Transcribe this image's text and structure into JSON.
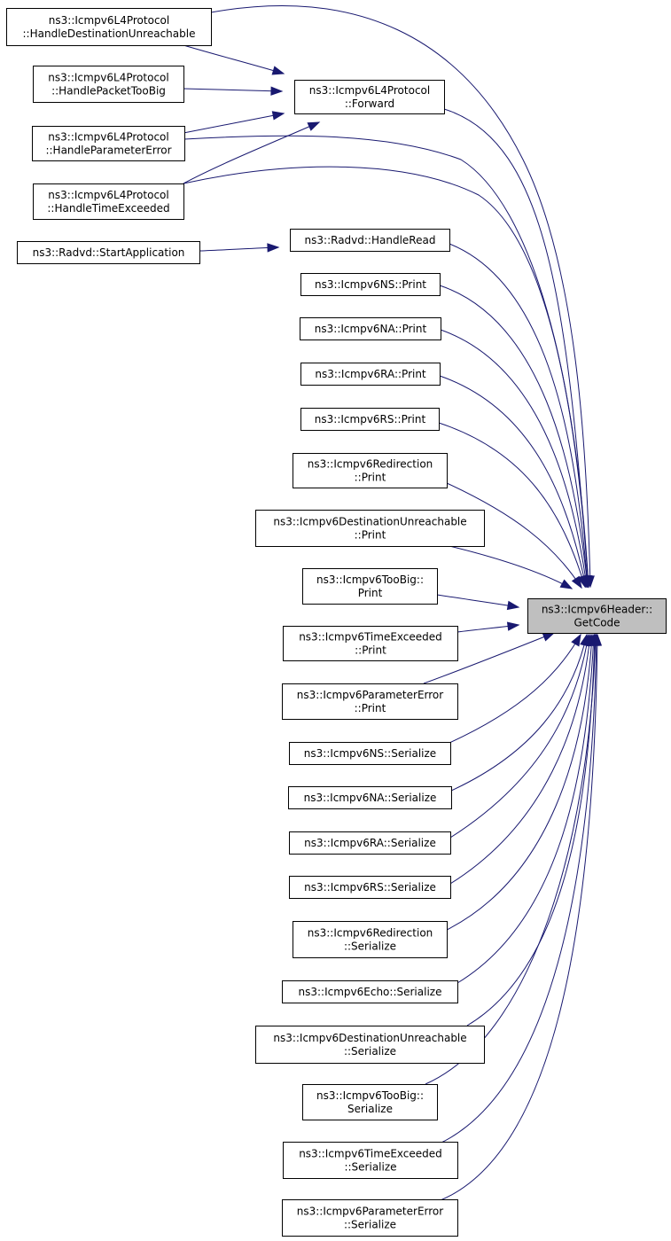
{
  "graph": {
    "arrow_color": "#191970",
    "target_fill": "#bfbfbf",
    "nodes": [
      {
        "id": "hdu",
        "lines": [
          "ns3::Icmpv6L4Protocol",
          "::HandleDestinationUnreachable"
        ]
      },
      {
        "id": "hptb",
        "lines": [
          "ns3::Icmpv6L4Protocol",
          "::HandlePacketTooBig"
        ]
      },
      {
        "id": "hpe",
        "lines": [
          "ns3::Icmpv6L4Protocol",
          "::HandleParameterError"
        ]
      },
      {
        "id": "hte",
        "lines": [
          "ns3::Icmpv6L4Protocol",
          "::HandleTimeExceeded"
        ]
      },
      {
        "id": "fwd",
        "lines": [
          "ns3::Icmpv6L4Protocol",
          "::Forward"
        ]
      },
      {
        "id": "startapp",
        "lines": [
          "ns3::Radvd::StartApplication"
        ]
      },
      {
        "id": "hread",
        "lines": [
          "ns3::Radvd::HandleRead"
        ]
      },
      {
        "id": "ns_print",
        "lines": [
          "ns3::Icmpv6NS::Print"
        ]
      },
      {
        "id": "na_print",
        "lines": [
          "ns3::Icmpv6NA::Print"
        ]
      },
      {
        "id": "ra_print",
        "lines": [
          "ns3::Icmpv6RA::Print"
        ]
      },
      {
        "id": "rs_print",
        "lines": [
          "ns3::Icmpv6RS::Print"
        ]
      },
      {
        "id": "redir_print",
        "lines": [
          "ns3::Icmpv6Redirection",
          "::Print"
        ]
      },
      {
        "id": "du_print",
        "lines": [
          "ns3::Icmpv6DestinationUnreachable",
          "::Print"
        ]
      },
      {
        "id": "tb_print",
        "lines": [
          "ns3::Icmpv6TooBig::",
          "Print"
        ]
      },
      {
        "id": "te_print",
        "lines": [
          "ns3::Icmpv6TimeExceeded",
          "::Print"
        ]
      },
      {
        "id": "pe_print",
        "lines": [
          "ns3::Icmpv6ParameterError",
          "::Print"
        ]
      },
      {
        "id": "ns_ser",
        "lines": [
          "ns3::Icmpv6NS::Serialize"
        ]
      },
      {
        "id": "na_ser",
        "lines": [
          "ns3::Icmpv6NA::Serialize"
        ]
      },
      {
        "id": "ra_ser",
        "lines": [
          "ns3::Icmpv6RA::Serialize"
        ]
      },
      {
        "id": "rs_ser",
        "lines": [
          "ns3::Icmpv6RS::Serialize"
        ]
      },
      {
        "id": "redir_ser",
        "lines": [
          "ns3::Icmpv6Redirection",
          "::Serialize"
        ]
      },
      {
        "id": "echo_ser",
        "lines": [
          "ns3::Icmpv6Echo::Serialize"
        ]
      },
      {
        "id": "du_ser",
        "lines": [
          "ns3::Icmpv6DestinationUnreachable",
          "::Serialize"
        ]
      },
      {
        "id": "tb_ser",
        "lines": [
          "ns3::Icmpv6TooBig::",
          "Serialize"
        ]
      },
      {
        "id": "te_ser",
        "lines": [
          "ns3::Icmpv6TimeExceeded",
          "::Serialize"
        ]
      },
      {
        "id": "pe_ser",
        "lines": [
          "ns3::Icmpv6ParameterError",
          "::Serialize"
        ]
      },
      {
        "id": "target",
        "lines": [
          "ns3::Icmpv6Header::",
          "GetCode"
        ],
        "highlight": true
      }
    ],
    "edges": [
      {
        "from": "hdu",
        "to": "fwd"
      },
      {
        "from": "hptb",
        "to": "fwd"
      },
      {
        "from": "hpe",
        "to": "fwd"
      },
      {
        "from": "hte",
        "to": "fwd"
      },
      {
        "from": "startapp",
        "to": "hread"
      },
      {
        "from": "hdu",
        "to": "target"
      },
      {
        "from": "fwd",
        "to": "target"
      },
      {
        "from": "hpe",
        "to": "target"
      },
      {
        "from": "hte",
        "to": "target"
      },
      {
        "from": "hread",
        "to": "target"
      },
      {
        "from": "ns_print",
        "to": "target"
      },
      {
        "from": "na_print",
        "to": "target"
      },
      {
        "from": "ra_print",
        "to": "target"
      },
      {
        "from": "rs_print",
        "to": "target"
      },
      {
        "from": "redir_print",
        "to": "target"
      },
      {
        "from": "du_print",
        "to": "target"
      },
      {
        "from": "tb_print",
        "to": "target"
      },
      {
        "from": "te_print",
        "to": "target"
      },
      {
        "from": "pe_print",
        "to": "target"
      },
      {
        "from": "ns_ser",
        "to": "target"
      },
      {
        "from": "na_ser",
        "to": "target"
      },
      {
        "from": "ra_ser",
        "to": "target"
      },
      {
        "from": "rs_ser",
        "to": "target"
      },
      {
        "from": "redir_ser",
        "to": "target"
      },
      {
        "from": "echo_ser",
        "to": "target"
      },
      {
        "from": "du_ser",
        "to": "target"
      },
      {
        "from": "tb_ser",
        "to": "target"
      },
      {
        "from": "te_ser",
        "to": "target"
      },
      {
        "from": "pe_ser",
        "to": "target"
      }
    ]
  }
}
